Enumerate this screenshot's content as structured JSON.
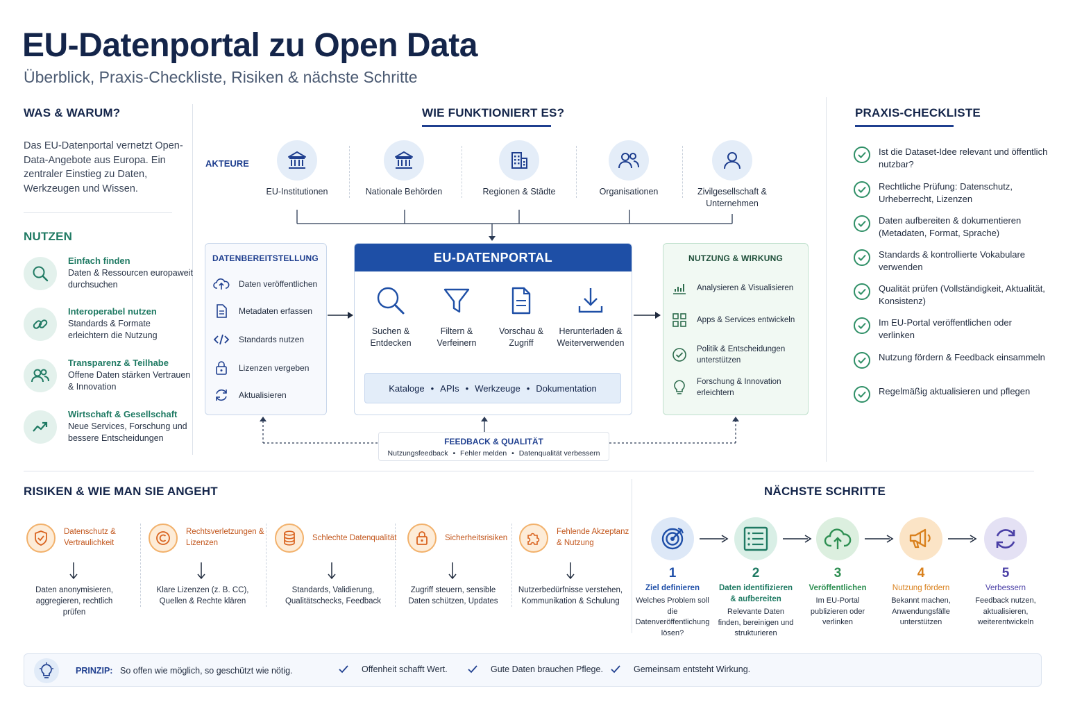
{
  "header": {
    "title": "EU-Datenportal zu Open Data",
    "subtitle": "Überblick, Praxis-Checkliste, Risiken & nächste Schritte"
  },
  "was_warum": {
    "title": "WAS & WARUM?",
    "text": "Das EU-Datenportal vernetzt Open-Data-Angebote aus Europa. Ein zentraler Einstieg zu Daten, Werkzeugen und Wissen."
  },
  "nutzen": {
    "title": "NUTZEN",
    "items": [
      {
        "title": "Einfach finden",
        "desc": "Daten & Ressourcen europaweit durchsuchen",
        "icon": "search-icon"
      },
      {
        "title": "Interoperabel nutzen",
        "desc": "Standards & Formate erleichtern die Nutzung",
        "icon": "link-icon"
      },
      {
        "title": "Transparenz & Teilhabe",
        "desc": "Offene Daten stärken Vertrauen & Innovation",
        "icon": "people-icon"
      },
      {
        "title": "Wirtschaft & Gesellschaft",
        "desc": "Neue Services, Forschung und bessere Entscheidungen",
        "icon": "trend-icon"
      }
    ]
  },
  "funktion": {
    "title": "WIE FUNKTIONIERT ES?",
    "akteure_label": "AKTEURE",
    "actors": [
      "EU-Institutionen",
      "Nationale Behörden",
      "Regionen & Städte",
      "Organisationen",
      "Zivilgesellschaft & Unternehmen"
    ],
    "bereitstellung": {
      "title": "DATENBEREITSTELLUNG",
      "items": [
        "Daten veröffentlichen",
        "Metadaten erfassen",
        "Standards nutzen",
        "Lizenzen vergeben",
        "Aktualisieren"
      ]
    },
    "portal": {
      "title": "EU-DATENPORTAL",
      "features": [
        "Suchen & Entdecken",
        "Filtern & Verfeinern",
        "Vorschau & Zugriff",
        "Herunterladen & Weiterverwenden"
      ],
      "catalog_items": [
        "Kataloge",
        "APIs",
        "Werkzeuge",
        "Dokumentation"
      ]
    },
    "wirkung": {
      "title": "NUTZUNG & WIRKUNG",
      "items": [
        "Analysieren & Visualisieren",
        "Apps & Services entwickeln",
        "Politik & Entscheidungen unterstützen",
        "Forschung & Innovation erleichtern"
      ]
    },
    "feedback": {
      "title": "FEEDBACK & QUALITÄT",
      "items": [
        "Nutzungsfeedback",
        "Fehler melden",
        "Datenqualität verbessern"
      ]
    }
  },
  "checkliste": {
    "title": "PRAXIS-CHECKLISTE",
    "items": [
      "Ist die Dataset-Idee relevant und öffentlich nutzbar?",
      "Rechtliche Prüfung: Datenschutz, Urheberrecht, Lizenzen",
      "Daten aufbereiten & dokumentieren (Metadaten, Format, Sprache)",
      "Standards & kontrollierte Vokabulare verwenden",
      "Qualität prüfen (Vollständigkeit, Aktualität, Konsistenz)",
      "Im EU-Portal veröffentlichen oder verlinken",
      "Nutzung fördern & Feedback einsammeln",
      "Regelmäßig aktualisieren und pflegen"
    ]
  },
  "risiken": {
    "title": "RISIKEN & WIE MAN SIE ANGEHT",
    "items": [
      {
        "name": "Datenschutz & Vertraulichkeit",
        "action": "Daten anonymisieren, aggregieren, rechtlich prüfen",
        "icon": "shield-icon"
      },
      {
        "name": "Rechtsverletzungen & Lizenzen",
        "action": "Klare Lizenzen (z. B. CC), Quellen & Rechte klären",
        "icon": "copyright-icon"
      },
      {
        "name": "Schlechte Datenqualität",
        "action": "Standards, Validierung, Qualitätschecks, Feedback",
        "icon": "database-icon"
      },
      {
        "name": "Sicherheitsrisiken",
        "action": "Zugriff steuern, sensible Daten schützen, Updates",
        "icon": "lock-icon"
      },
      {
        "name": "Fehlende Akzeptanz & Nutzung",
        "action": "Nutzerbedürfnisse verstehen, Kommunikation & Schulung",
        "icon": "puzzle-icon"
      }
    ]
  },
  "schritte": {
    "title": "NÄCHSTE SCHRITTE",
    "items": [
      {
        "num": "1",
        "title": "Ziel definieren",
        "desc": "Welches Problem soll die Datenveröffentlichung lösen?",
        "color": "#1f4fa8",
        "bg": "#dde8f7",
        "icon": "target-icon"
      },
      {
        "num": "2",
        "title": "Daten identifizieren & aufbereiten",
        "desc": "Relevante Daten finden, bereinigen und strukturieren",
        "color": "#1f7a63",
        "bg": "#d9efe6",
        "icon": "list-icon"
      },
      {
        "num": "3",
        "title": "Veröffentlichen",
        "desc": "Im EU-Portal publizieren oder verlinken",
        "color": "#2e8f52",
        "bg": "#dcefdf",
        "icon": "cloud-upload-icon"
      },
      {
        "num": "4",
        "title": "Nutzung fördern",
        "desc": "Bekannt machen, Anwendungsfälle unterstützen",
        "color": "#d9801c",
        "bg": "#fbe4c6",
        "icon": "megaphone-icon"
      },
      {
        "num": "5",
        "title": "Verbessern",
        "desc": "Feedback nutzen, aktualisieren, weiterentwickeln",
        "color": "#4a3fa6",
        "bg": "#e4e1f4",
        "icon": "refresh-icon"
      }
    ]
  },
  "prinzip": {
    "label": "PRINZIP:",
    "text": "So offen wie möglich, so geschützt wie nötig.",
    "items": [
      "Offenheit schafft Wert.",
      "Gute Daten brauchen Pflege.",
      "Gemeinsam entsteht Wirkung."
    ]
  },
  "colors": {
    "navy": "#14254a",
    "blue": "#1e4fa6",
    "green": "#1f7a63",
    "orange": "#c2561c"
  }
}
